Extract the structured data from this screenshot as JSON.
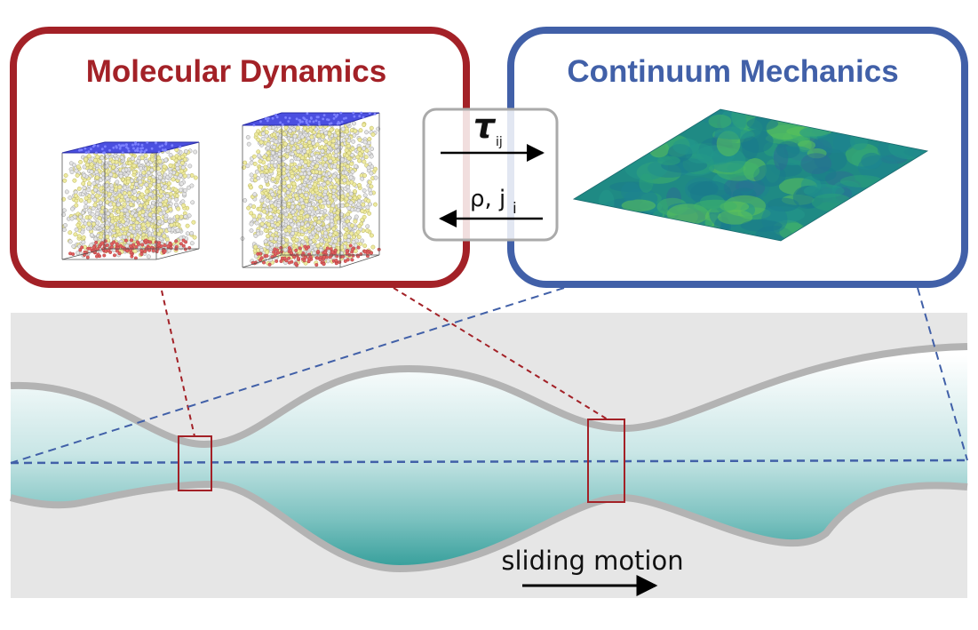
{
  "md_panel": {
    "title": "Molecular Dynamics",
    "color": "#a32127"
  },
  "cm_panel": {
    "title": "Continuum Mechanics",
    "color": "#4160a8"
  },
  "coupling": {
    "to_continuum_symbol": "τ",
    "to_continuum_subscript": "ij",
    "to_md_symbol": "ρ, j",
    "to_md_subscript": "i"
  },
  "channel": {
    "motion_label": "sliding motion",
    "fluid_color_top": "#f4f9fa",
    "fluid_color_bottom": "#2f9e9a",
    "wall_color": "#b3b3b3",
    "background_color": "#e6e6e6"
  },
  "icons": {
    "md_cell_small": "molecular-box-icon",
    "md_cell_large": "molecular-box-icon",
    "continuum_field": "surface-field-icon",
    "arrow_right": "arrow-right-icon",
    "arrow_left": "arrow-left-icon",
    "motion_arrow": "arrow-right-icon"
  }
}
